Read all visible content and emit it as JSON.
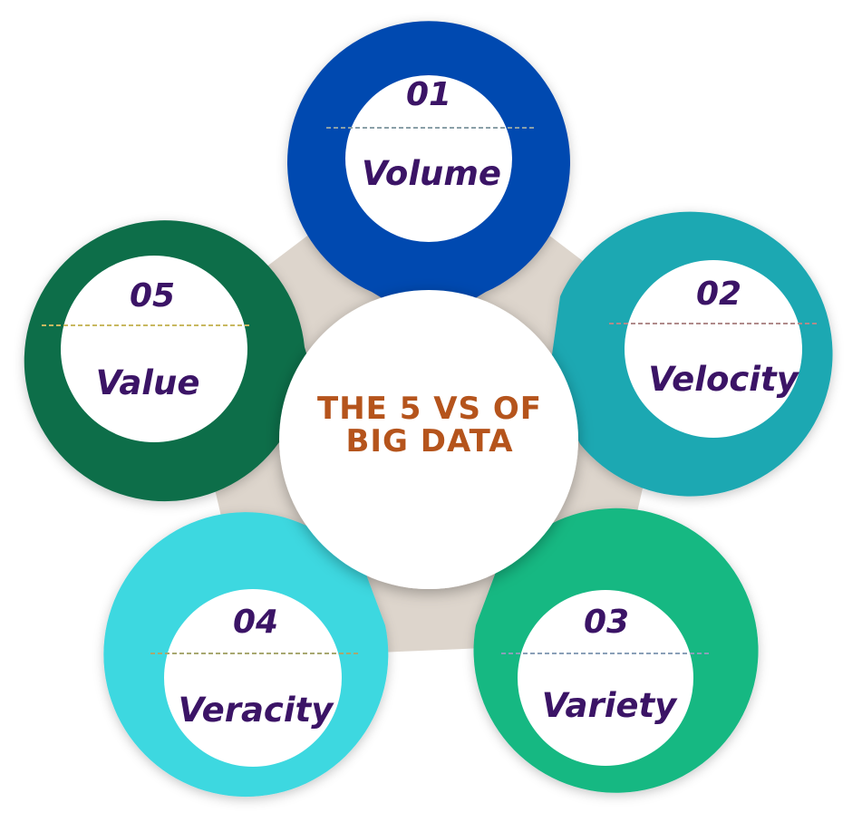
{
  "center": {
    "title_line1": "THE 5 VS OF",
    "title_line2": "BIG DATA",
    "title_color": "#b5541c"
  },
  "items": [
    {
      "number": "01",
      "label": "Volume",
      "ring_color": "#0448b0",
      "divider_color": "#8aa0a8"
    },
    {
      "number": "02",
      "label": "Velocity",
      "ring_color": "#1ea8b2",
      "divider_color": "#b08a8a"
    },
    {
      "number": "03",
      "label": "Variety",
      "ring_color": "#12b882",
      "divider_color": "#8aa0b8"
    },
    {
      "number": "04",
      "label": "Veracity",
      "ring_color": "#3ed8e0",
      "divider_color": "#a8a870"
    },
    {
      "number": "05",
      "label": "Value",
      "ring_color": "#0e6e4a",
      "divider_color": "#c8b860"
    }
  ],
  "colors": {
    "pentagon": "#ddd5cc",
    "text": "#3b1466",
    "inner_fill": "#ffffff"
  }
}
